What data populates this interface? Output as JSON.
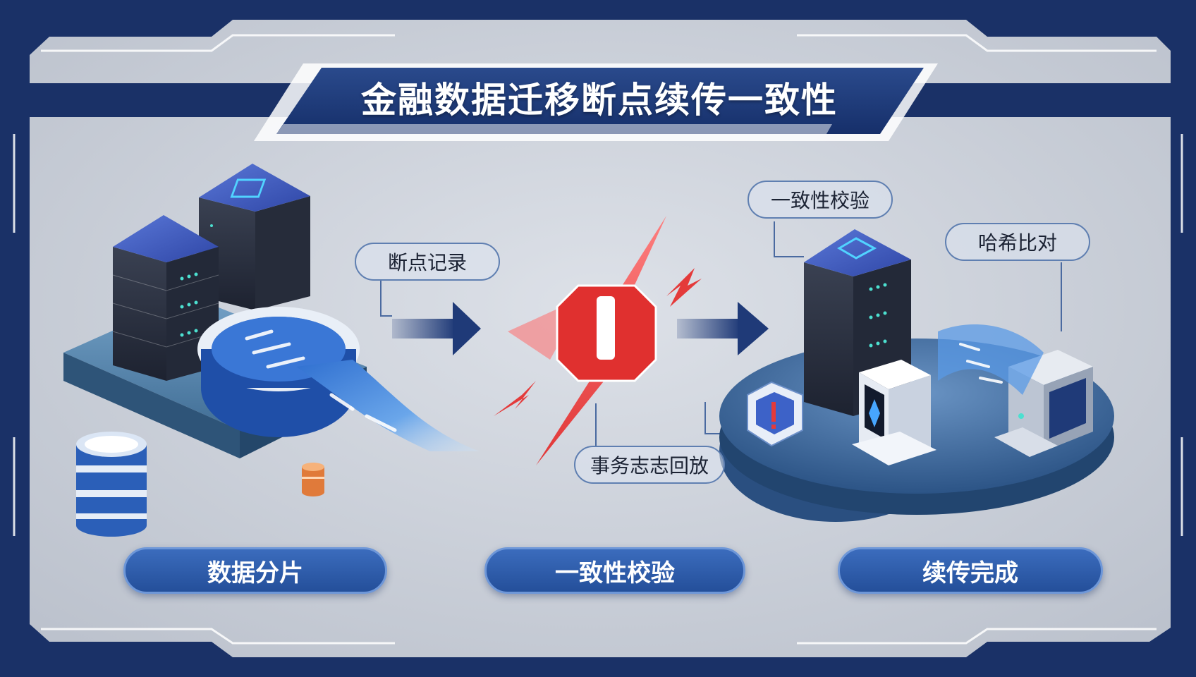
{
  "title": "金融数据迁移断点续传一致性",
  "callouts": {
    "breakpoint_record": "断点记录",
    "transaction_log_replay": "事务志志回放",
    "consistency_check": "一致性校验",
    "hash_compare": "哈希比对"
  },
  "stages": [
    {
      "label": "数据分片"
    },
    {
      "label": "一致性校验"
    },
    {
      "label": "续传完成"
    }
  ],
  "colors": {
    "frame_navy": "#1a3167",
    "panel_gray": "#c9ced8",
    "accent_blue": "#2f5ca8",
    "alert_red": "#e43a3a"
  },
  "icons": [
    "server-rack-icon",
    "data-flow-ring-icon",
    "database-cylinder-icon",
    "arrow-right-icon",
    "alert-octagon-icon",
    "lightning-bolt-icon",
    "terminal-pc-icon",
    "shield-badge-icon"
  ]
}
